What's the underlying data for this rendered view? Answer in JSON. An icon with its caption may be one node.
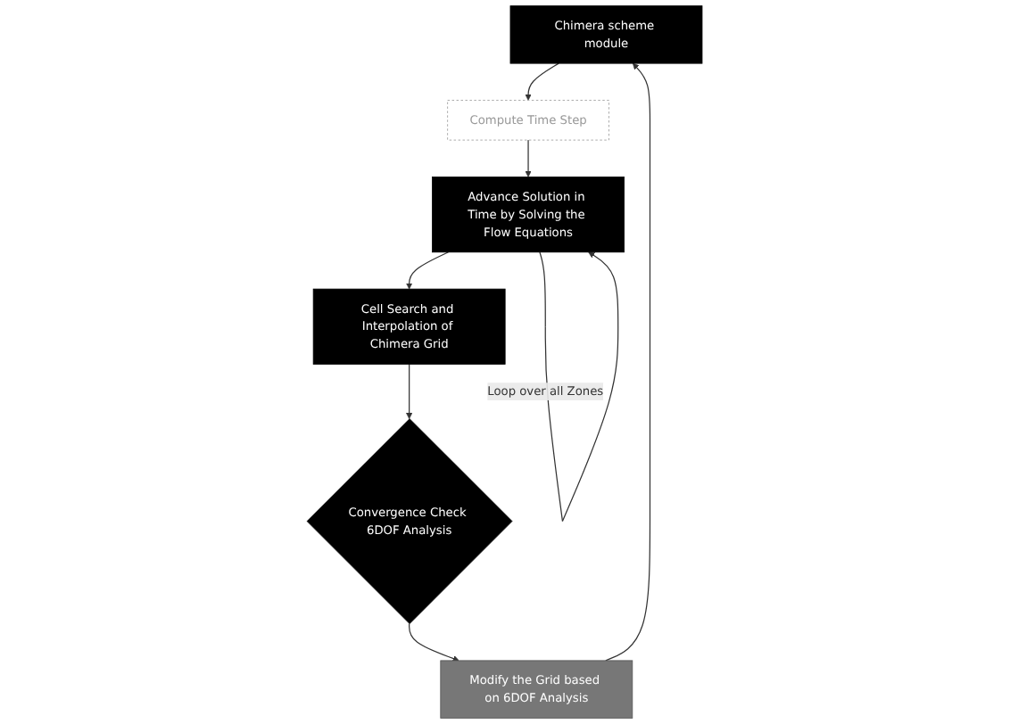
{
  "diagram": {
    "nodes": [
      {
        "text": [
          "Chimera scheme module"
        ]
      },
      {
        "text": [
          "Compute Time Step"
        ]
      },
      {
        "text": [
          "Advance Solution in Time by Solving the Flow Equations"
        ]
      },
      {
        "text": [
          "Cell Search and Interpolation of Chimera Grid"
        ]
      },
      {
        "text": [
          "Convergence Check 6DOF Analysis"
        ]
      },
      {
        "text": [
          "Modify the Grid based on 6DOF Analysis"
        ]
      }
    ],
    "edges": [
      {
        "from": 0,
        "to": 1,
        "arrow": "to"
      },
      {
        "from": 1,
        "to": 2,
        "arrow": "to"
      },
      {
        "from": 2,
        "to": 2,
        "arrow": "to",
        "label": "Loop over all Zones"
      },
      {
        "from": 2,
        "to": 3,
        "arrow": "to"
      },
      {
        "from": 3,
        "to": 4,
        "arrow": "to"
      },
      {
        "from": 4,
        "to": 5,
        "arrow": "to"
      },
      {
        "from": 5,
        "to": 0,
        "arrow": "to"
      }
    ]
  }
}
